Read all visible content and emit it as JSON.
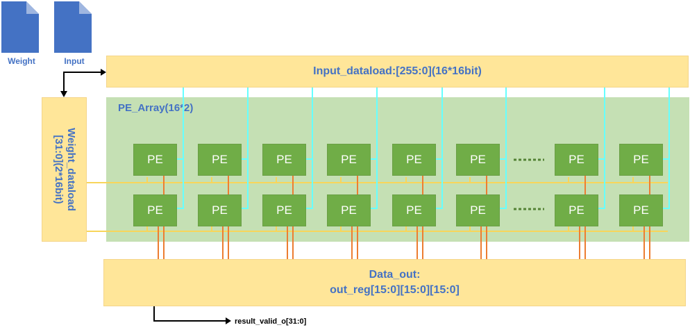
{
  "files": [
    {
      "label": "Weight",
      "icon": "document-icon"
    },
    {
      "label": "Input",
      "icon": "document-icon"
    }
  ],
  "input_dataload": {
    "label": "Input_dataload:[255:0](16*16bit)"
  },
  "pe_array": {
    "title": "PE_Array(16*2)",
    "pe_label": "PE",
    "ellipsis": "......."
  },
  "weight_dataload": {
    "line1": "Weight_dataload",
    "line2": "[31:0](2*16bit)"
  },
  "data_out": {
    "line1": "Data_out:",
    "line2": "out_reg[15:0][15:0][15:0]"
  },
  "result_valid": {
    "label": "result_valid_o[31:0]"
  },
  "colors": {
    "input_box": "#ffe699",
    "pe_array_bg": "#c5e0b4",
    "pe_fill": "#70ad47",
    "input_wire": "#66ffff",
    "weight_wire": "#f8d55a",
    "output_wire": "#ed7d31",
    "text_blue": "#4472c4",
    "file_icon": "#4472c4",
    "dots": "#548235"
  }
}
